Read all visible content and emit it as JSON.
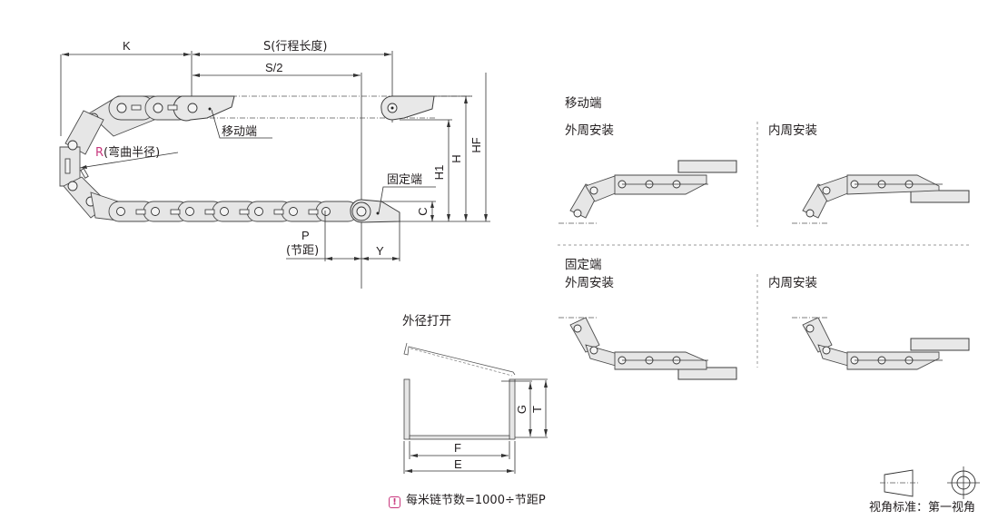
{
  "main_diagram": {
    "dim_K": "K",
    "dim_S": "S(行程长度)",
    "dim_S_half": "S/2",
    "moving_end_label": "移动端",
    "bend_radius_R": "R",
    "bend_radius_label": "(弯曲半径)",
    "fixed_end_label": "固定端",
    "dim_P": "P",
    "dim_P_label": "(节距)",
    "dim_Y": "Y",
    "dim_C": "C",
    "dim_H1": "H1",
    "dim_H": "H",
    "dim_HF": "HF"
  },
  "install_options": {
    "moving_end": {
      "title": "移动端",
      "outer": "外周安装",
      "inner": "内周安装"
    },
    "fixed_end": {
      "title": "固定端",
      "outer": "外周安装",
      "inner": "内周安装"
    }
  },
  "cross_section": {
    "title": "外径打开",
    "dim_F": "F",
    "dim_E": "E",
    "dim_G": "G",
    "dim_T": "T"
  },
  "note": {
    "icon": "exclamation-icon",
    "text": "每米链节数=1000÷节距P"
  },
  "view_standard": {
    "label": "视角标准：第一视角"
  },
  "colors": {
    "accent_magenta": "#c8387e",
    "link_fill": "#e6e6e6",
    "line": "#333333"
  }
}
